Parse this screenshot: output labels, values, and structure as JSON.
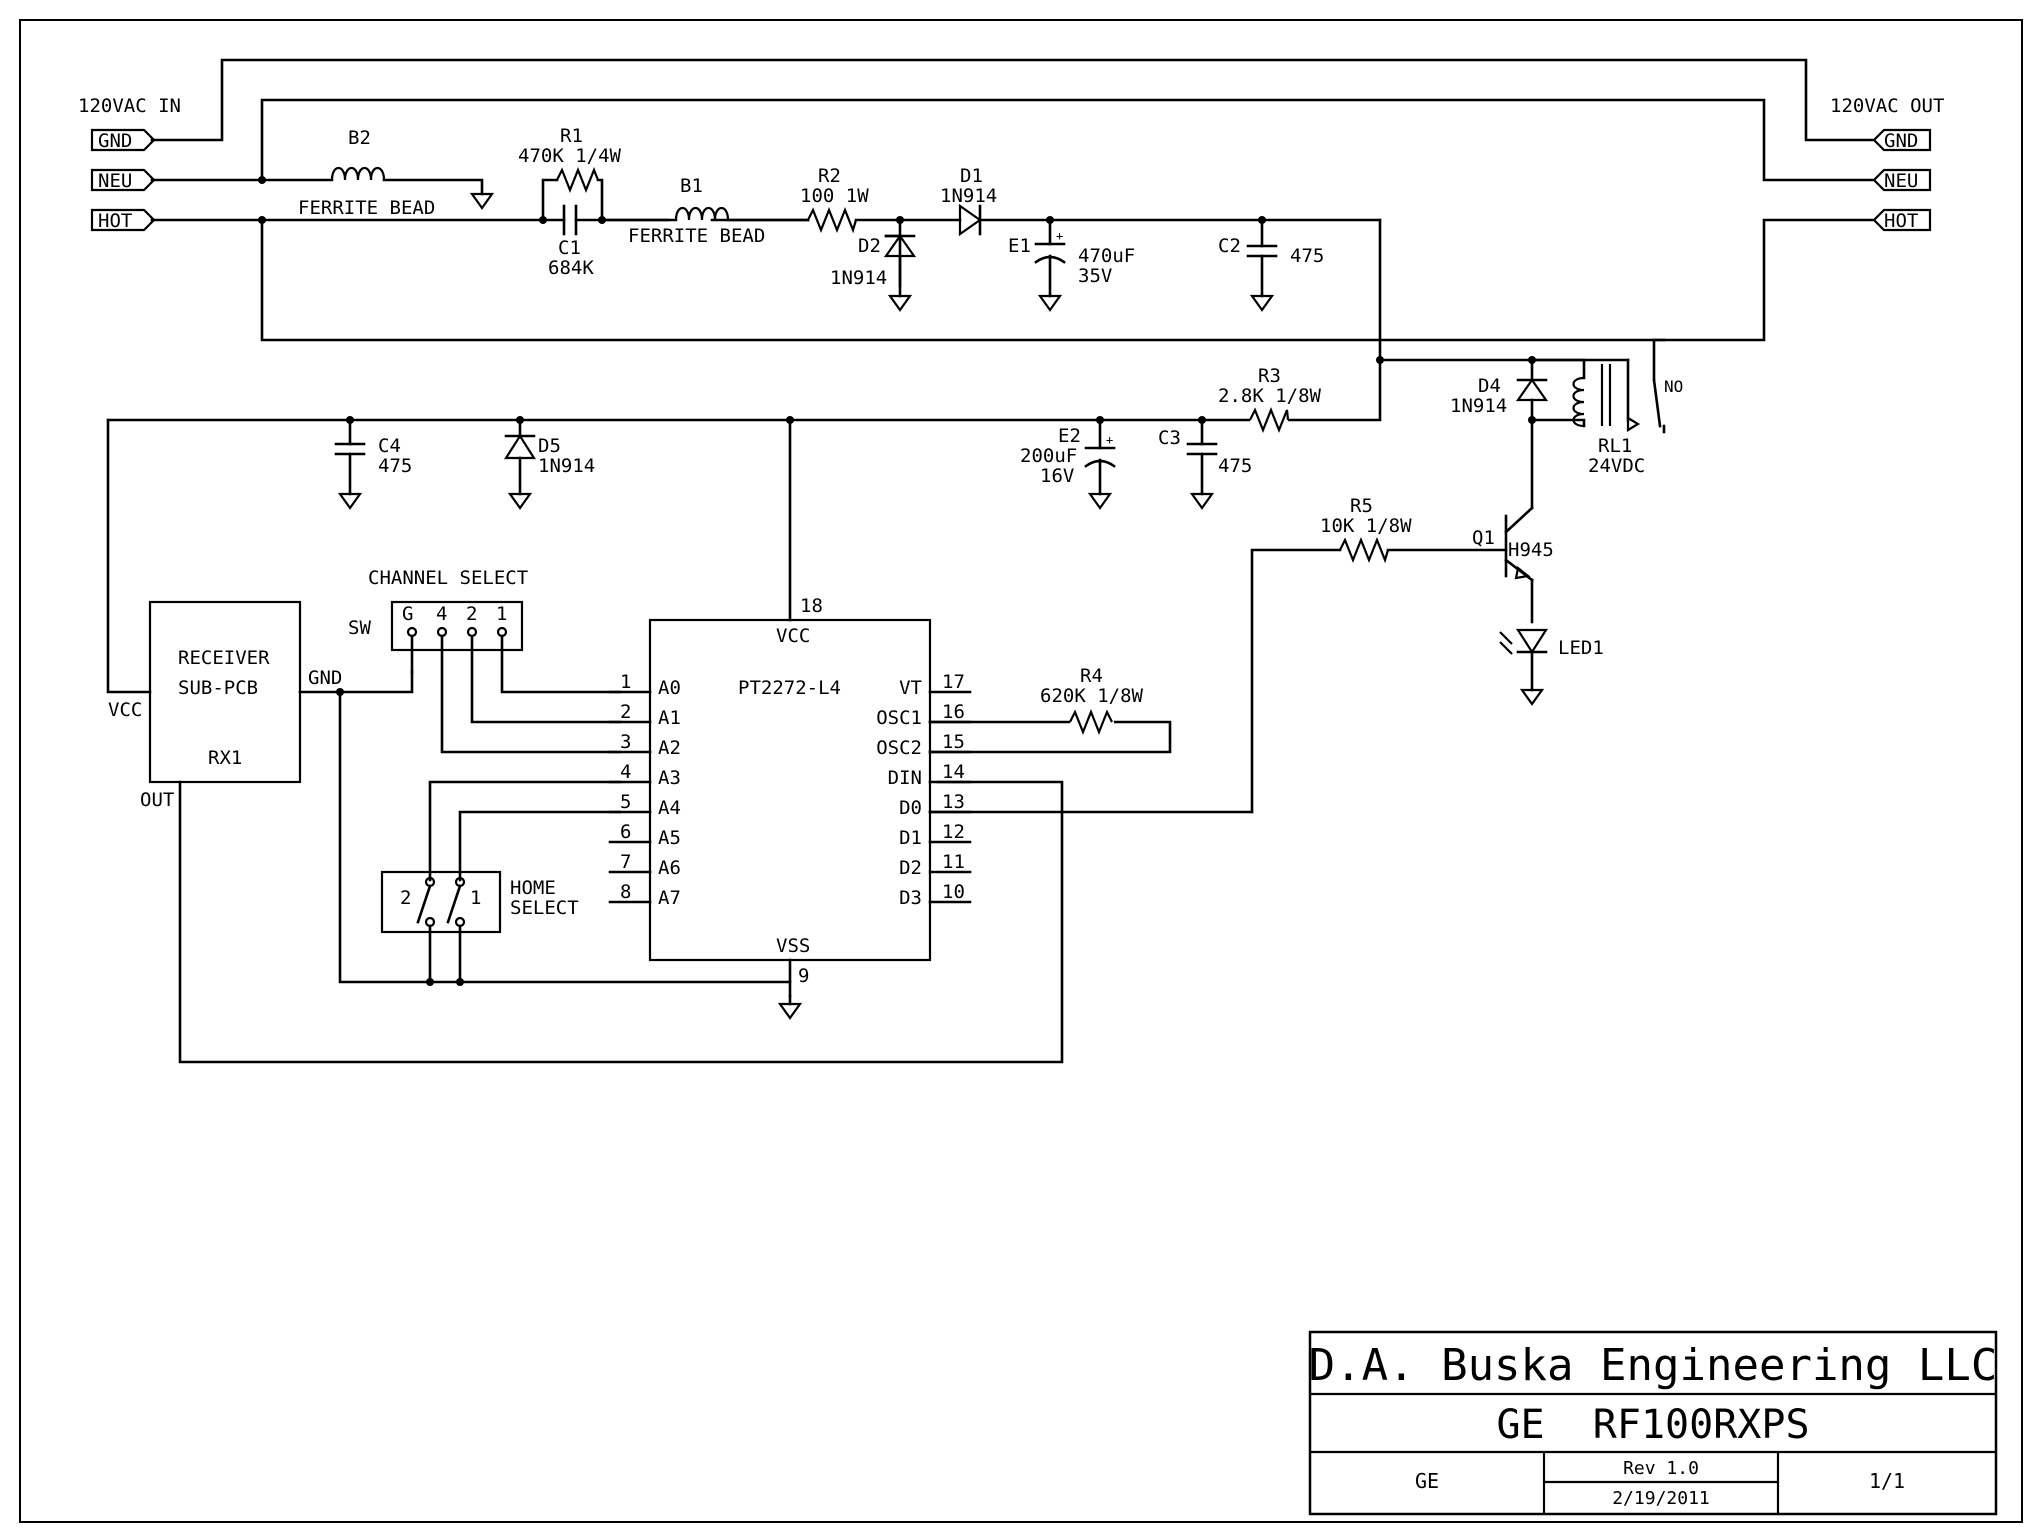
{
  "title_block": {
    "company": "D.A. Buska Engineering LLC",
    "project": "GE  RF100RXPS",
    "brand": "GE",
    "revision": "Rev 1.0",
    "date": "2/19/2011",
    "sheet": "1/1"
  },
  "ports": {
    "in_label": "120VAC IN",
    "out_label": "120VAC OUT",
    "gnd": "GND",
    "neu": "NEU",
    "hot": "HOT"
  },
  "components": {
    "b2": {
      "ref": "B2",
      "desc": "FERRITE BEAD"
    },
    "b1": {
      "ref": "B1",
      "desc": "FERRITE BEAD"
    },
    "r1": {
      "ref": "R1",
      "value": "470K 1/4W"
    },
    "c1": {
      "ref": "C1",
      "value": "684K"
    },
    "r2": {
      "ref": "R2",
      "value": "100 1W"
    },
    "d1": {
      "ref": "D1",
      "value": "1N914"
    },
    "d2": {
      "ref": "D2",
      "value": "1N914"
    },
    "e1": {
      "ref": "E1",
      "value": "470uF",
      "voltage": "35V"
    },
    "c2": {
      "ref": "C2",
      "value": "475"
    },
    "r3": {
      "ref": "R3",
      "value": "2.8K 1/8W"
    },
    "e2": {
      "ref": "E2",
      "value": "200uF",
      "voltage": "16V"
    },
    "c3": {
      "ref": "C3",
      "value": "475"
    },
    "c4": {
      "ref": "C4",
      "value": "475"
    },
    "d5": {
      "ref": "D5",
      "value": "1N914"
    },
    "d4": {
      "ref": "D4",
      "value": "1N914"
    },
    "rl1": {
      "ref": "RL1",
      "value": "24VDC",
      "contact": "NO"
    },
    "r5": {
      "ref": "R5",
      "value": "10K 1/8W"
    },
    "q1": {
      "ref": "Q1",
      "value": "H945"
    },
    "led1": {
      "ref": "LED1"
    },
    "r4": {
      "ref": "R4",
      "value": "620K 1/8W"
    },
    "rx1": {
      "line1": "RECEIVER",
      "line2": "SUB-PCB",
      "ref": "RX1",
      "vcc": "VCC",
      "gnd": "GND",
      "out": "OUT"
    },
    "sw": {
      "ref": "SW",
      "title": "CHANNEL SELECT",
      "pins": [
        "G",
        "4",
        "2",
        "1"
      ]
    },
    "home": {
      "line1": "HOME",
      "line2": "SELECT",
      "pos1": "2",
      "pos2": "1"
    }
  },
  "ic": {
    "name": "PT2272-L4",
    "vcc": "VCC",
    "vss": "VSS",
    "vcc_pin": "18",
    "vss_pin": "9",
    "left_pins": [
      {
        "num": "1",
        "name": "A0"
      },
      {
        "num": "2",
        "name": "A1"
      },
      {
        "num": "3",
        "name": "A2"
      },
      {
        "num": "4",
        "name": "A3"
      },
      {
        "num": "5",
        "name": "A4"
      },
      {
        "num": "6",
        "name": "A5"
      },
      {
        "num": "7",
        "name": "A6"
      },
      {
        "num": "8",
        "name": "A7"
      }
    ],
    "right_pins": [
      {
        "num": "17",
        "name": "VT"
      },
      {
        "num": "16",
        "name": "OSC1"
      },
      {
        "num": "15",
        "name": "OSC2"
      },
      {
        "num": "14",
        "name": "DIN"
      },
      {
        "num": "13",
        "name": "D0"
      },
      {
        "num": "12",
        "name": "D1"
      },
      {
        "num": "11",
        "name": "D2"
      },
      {
        "num": "10",
        "name": "D3"
      }
    ]
  }
}
